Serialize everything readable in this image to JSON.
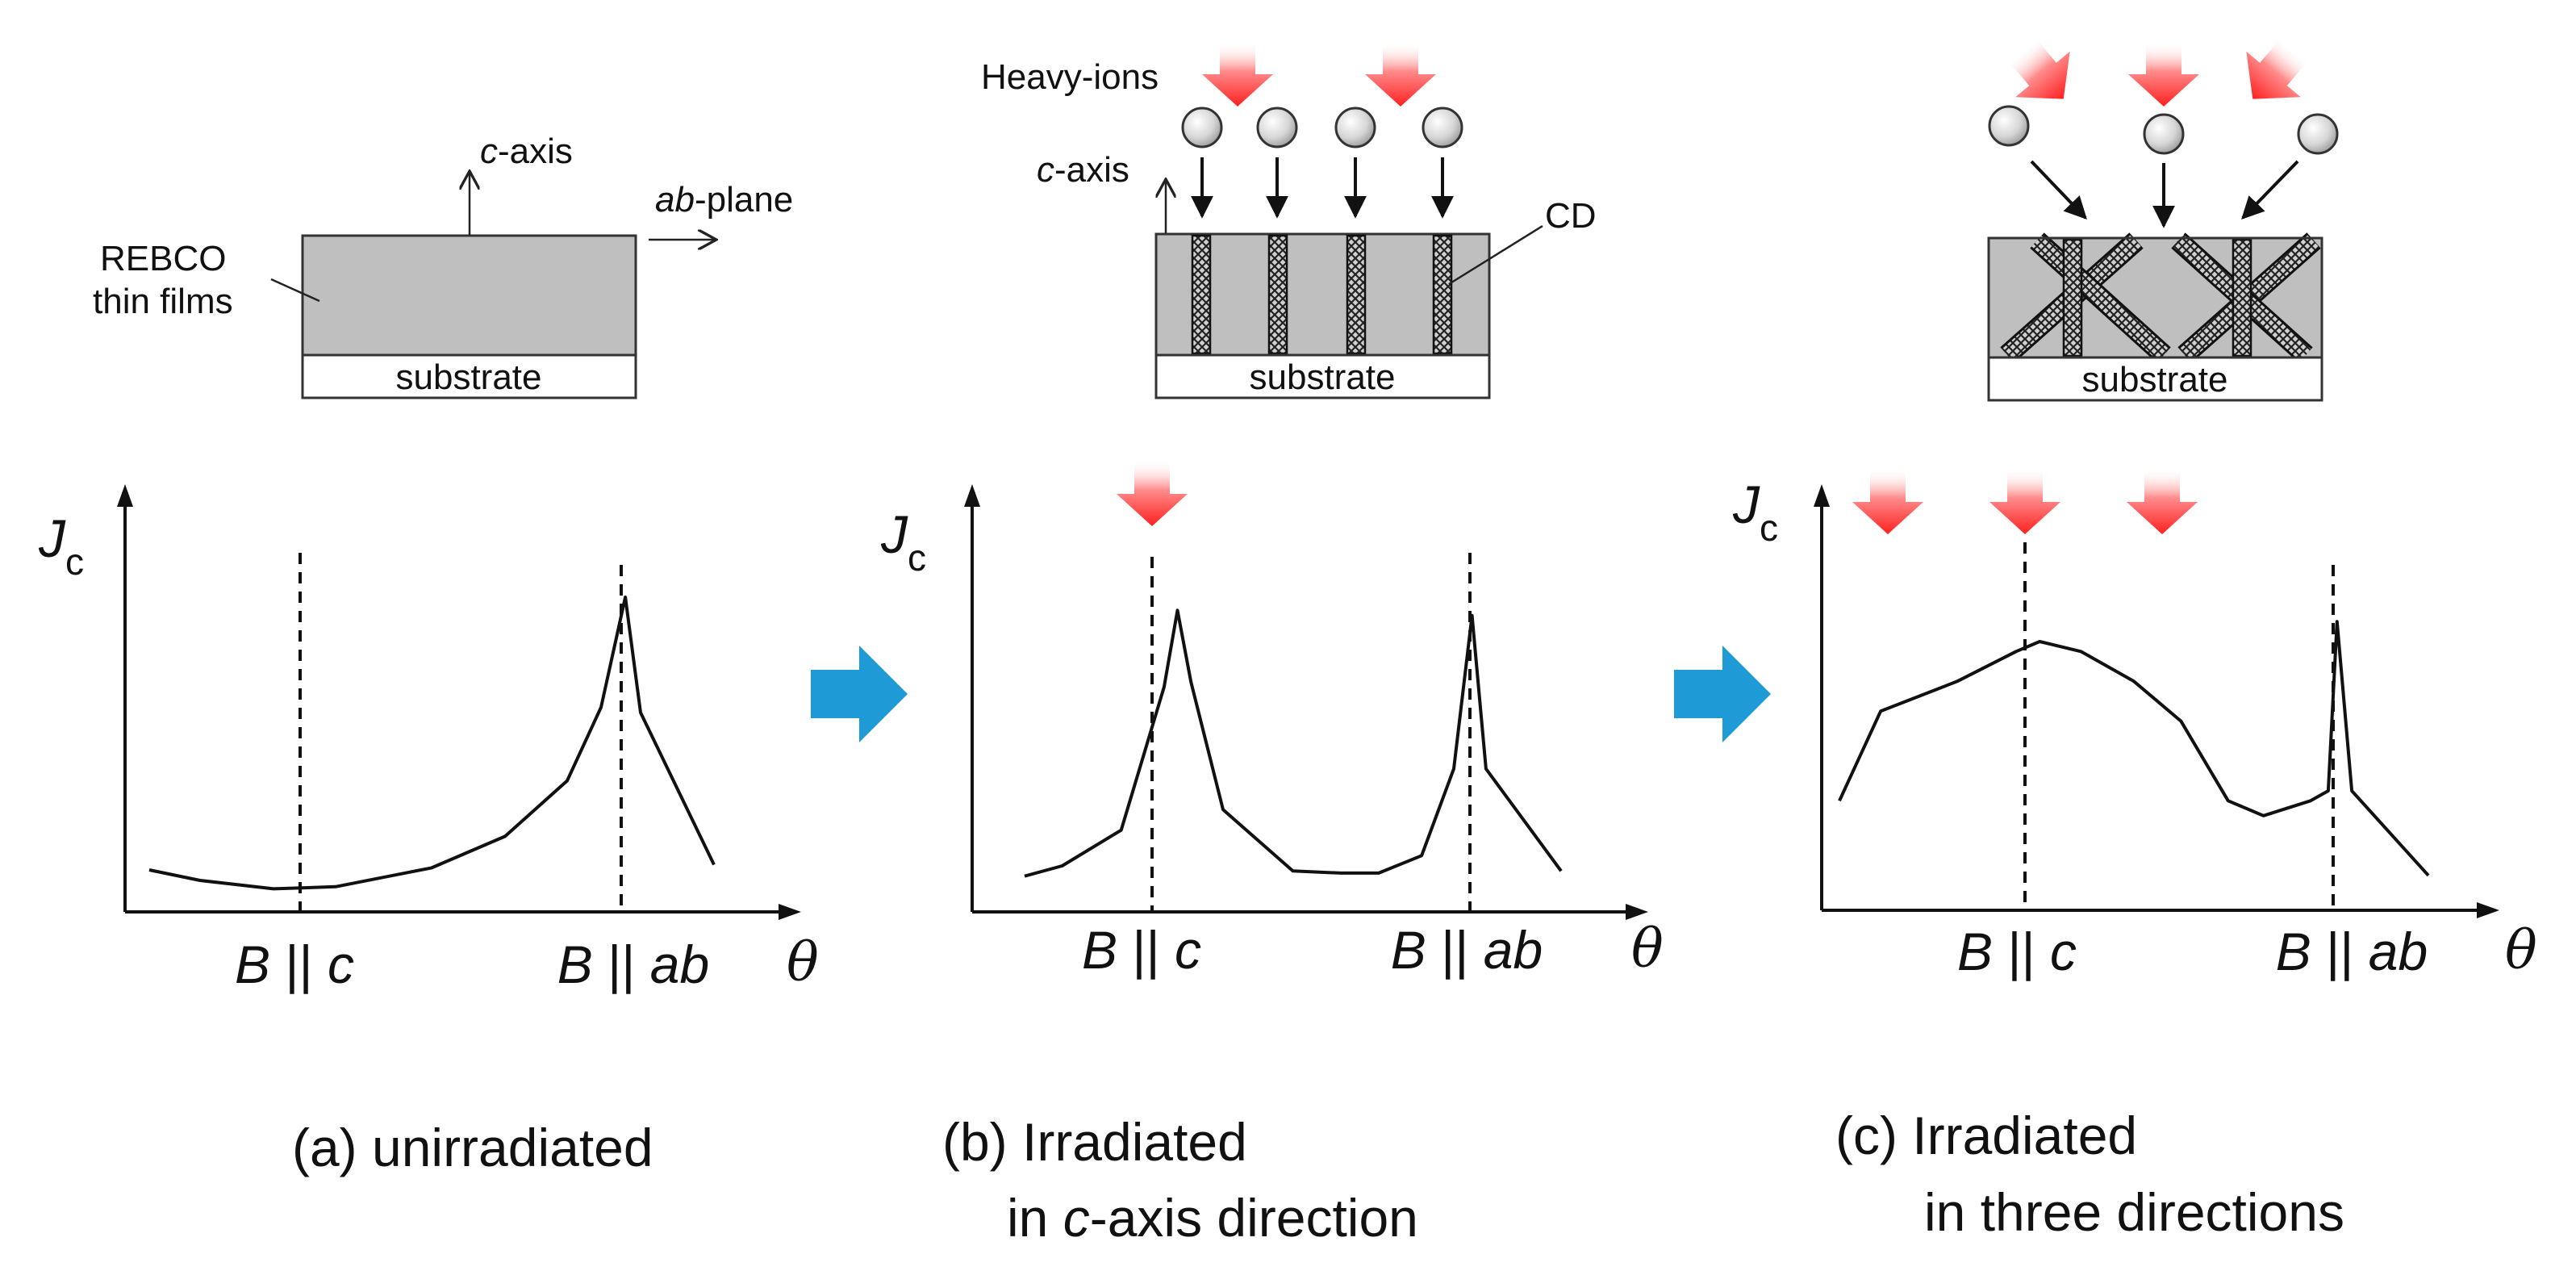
{
  "colors": {
    "film": "#bfbfbf",
    "ion_arrow": "#ff2a2a",
    "process_arrow": "#1e9bd7",
    "ion_sphere": "#d8d8d8"
  },
  "panel_a": {
    "c_axis_prefix": "c",
    "c_axis_suffix": "-axis",
    "ab_plane_prefix": "ab",
    "ab_plane_suffix": "-plane",
    "film_label_line1": "REBCO",
    "film_label_line2": "thin films",
    "substrate": "substrate",
    "caption": "(a) unirradiated"
  },
  "panel_b": {
    "heavy_ions": "Heavy-ions",
    "c_axis_prefix": "c",
    "c_axis_suffix": "-axis",
    "cd_label": "CD",
    "substrate": "substrate",
    "caption_line1": "(b) Irradiated",
    "caption_line2_pre": "in ",
    "caption_line2_ital": "c",
    "caption_line2_post": "-axis direction"
  },
  "panel_c": {
    "substrate": "substrate",
    "caption_line1": "(c) Irradiated",
    "caption_line2": "in three directions"
  },
  "axis_labels": {
    "y_main": "J",
    "y_sub": "c",
    "x": "θ",
    "tick_c_pre": "B",
    "tick_c_sep": " || ",
    "tick_c_post": "c",
    "tick_ab_pre": "B",
    "tick_ab_sep": " || ",
    "tick_ab_post": "ab"
  },
  "chart_data": [
    {
      "type": "line",
      "name_panel": "a",
      "x": [
        0.0,
        0.09,
        0.22,
        0.33,
        0.5,
        0.63,
        0.74,
        0.8,
        0.843,
        0.87,
        1.0
      ],
      "y": [
        0.4,
        0.3,
        0.22,
        0.24,
        0.42,
        0.72,
        1.25,
        1.95,
        3.0,
        1.9,
        0.45
      ],
      "xlim": [
        0,
        1
      ],
      "ylim": [
        0,
        3.3
      ]
    },
    {
      "type": "line",
      "name_panel": "b",
      "x": [
        0.0,
        0.07,
        0.18,
        0.26,
        0.285,
        0.31,
        0.37,
        0.5,
        0.59,
        0.66,
        0.74,
        0.8,
        0.834,
        0.86,
        1.0
      ],
      "y": [
        0.35,
        0.45,
        0.8,
        2.2,
        2.95,
        2.25,
        1.0,
        0.4,
        0.38,
        0.38,
        0.55,
        1.4,
        2.9,
        1.4,
        0.4
      ],
      "xlim": [
        0,
        1
      ],
      "ylim": [
        0,
        3.3
      ]
    },
    {
      "type": "line",
      "name_panel": "c",
      "x": [
        0.0,
        0.07,
        0.2,
        0.3,
        0.34,
        0.41,
        0.5,
        0.58,
        0.66,
        0.72,
        0.8,
        0.83,
        0.845,
        0.87,
        1.0
      ],
      "y": [
        1.1,
        2.0,
        2.3,
        2.6,
        2.7,
        2.6,
        2.3,
        1.9,
        1.1,
        0.95,
        1.1,
        1.2,
        2.9,
        1.2,
        0.35
      ],
      "xlim": [
        0,
        1
      ],
      "ylim": [
        0,
        3.3
      ]
    }
  ]
}
